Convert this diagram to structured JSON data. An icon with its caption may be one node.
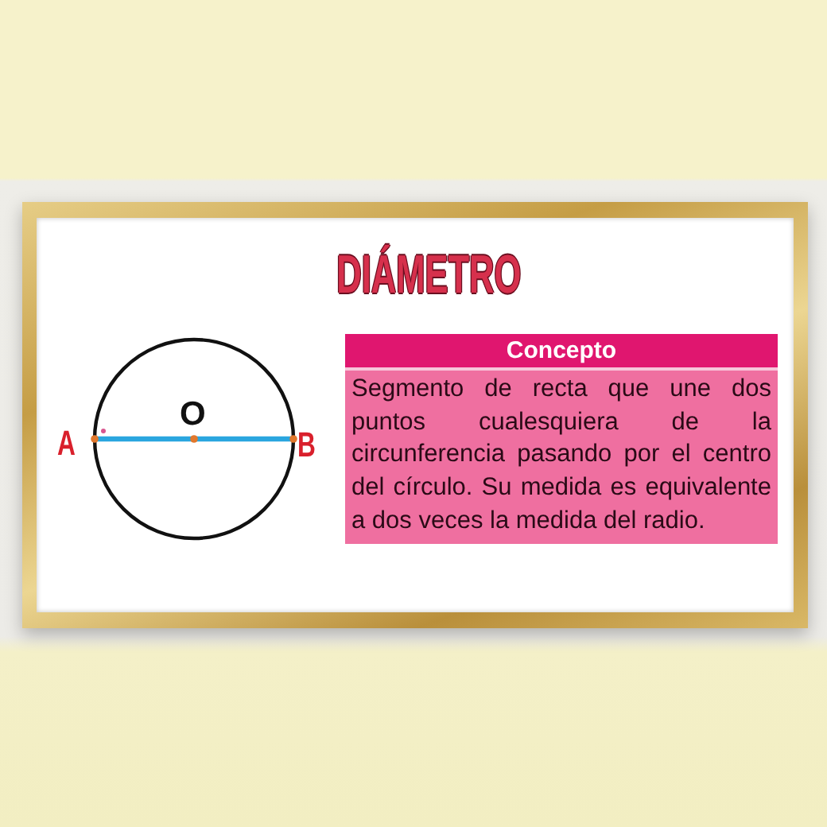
{
  "diagram": {
    "title": "DIÁMETRO",
    "nodes": [
      {
        "text": [
          "Concepto",
          "Segmento de recta que une dos puntos cualesquiera de la circunferencia pasando por el centro del círculo. Su medida es equivalente a dos veces la medida del radio."
        ]
      }
    ],
    "labels": [
      "O",
      "A",
      "B"
    ]
  }
}
